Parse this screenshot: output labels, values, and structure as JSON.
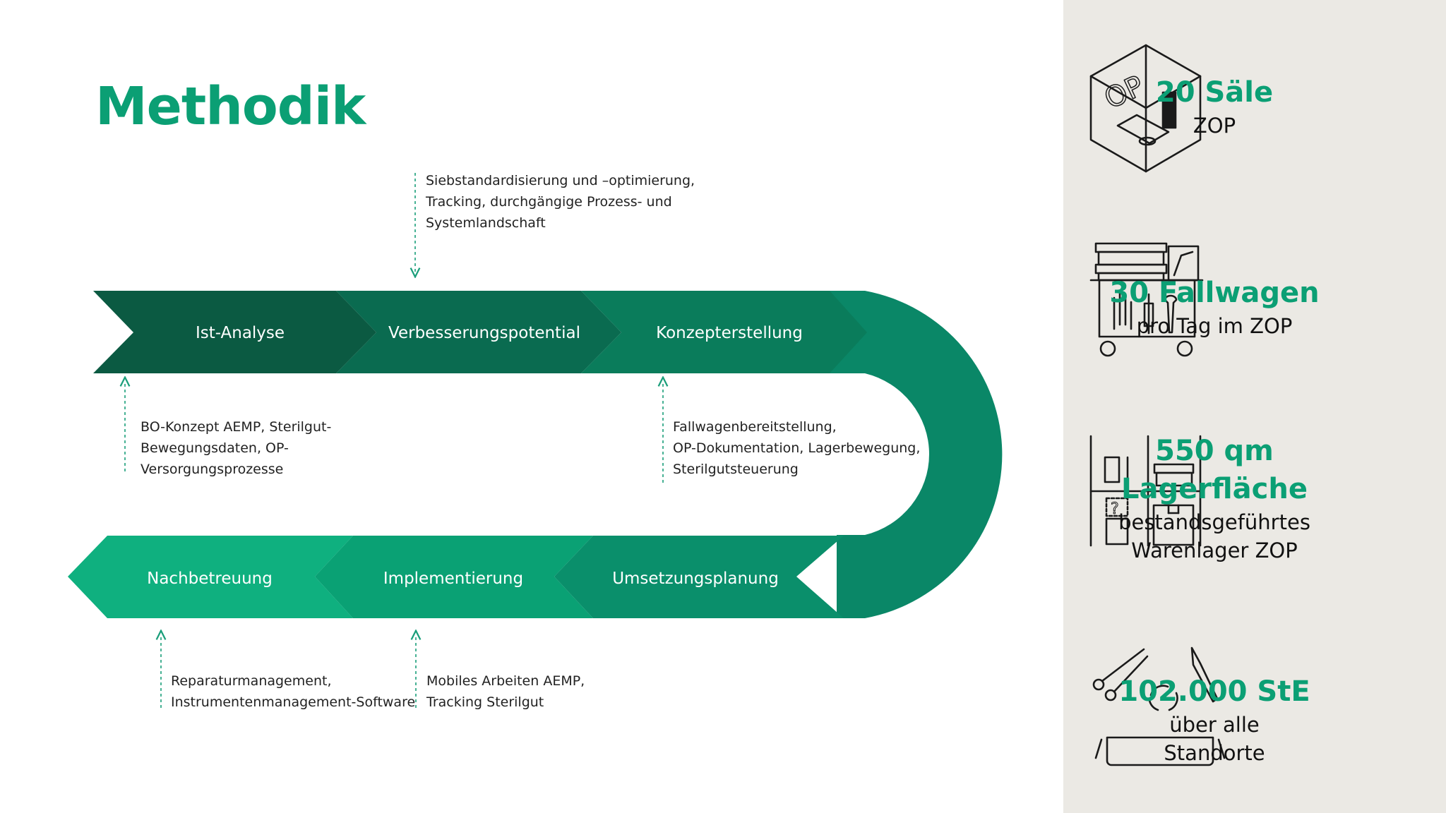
{
  "title": "Methodik",
  "colors": {
    "accent": "#0b9f74",
    "dark_green": "#0b5a42",
    "mid_green": "#0a7457",
    "green": "#0a8767",
    "light_green": "#0fb07f",
    "panel": "#ebe9e4"
  },
  "steps": [
    {
      "label": "Ist-Analyse",
      "color": "#0b5a42"
    },
    {
      "label": "Verbesserungspotential",
      "color": "#0a6b50"
    },
    {
      "label": "Konzepterstellung",
      "color": "#0a7c5b"
    },
    {
      "label": "Umsetzungsplanung",
      "color": "#0a8f6b"
    },
    {
      "label": "Implementierung",
      "color": "#0aa174"
    },
    {
      "label": "Nachbetreuung",
      "color": "#0fb07f"
    }
  ],
  "notes": {
    "verbesserung": "Siebstandardisierung und –optimierung,\nTracking, durchgängige Prozess- und\nSystemlandschaft",
    "ist": "BO-Konzept AEMP, Sterilgut-\nBewegungsdaten, OP-\nVersorgungsprozesse",
    "konzept": "Fallwagenbereitstellung,\nOP-Dokumentation, Lagerbewegung,\nSterilgutsteuerung",
    "nachbetreuung": "Reparaturmanagement,\nInstrumentenmanagement-Software",
    "implementierung": "Mobiles Arbeiten AEMP,\nTracking Sterilgut"
  },
  "stats": [
    {
      "big": "20 Säle",
      "small": "ZOP",
      "icon": "op-room-icon"
    },
    {
      "big": "30 Fallwagen",
      "small": "pro Tag im ZOP",
      "icon": "case-cart-icon"
    },
    {
      "big": "550 qm\nLagerfläche",
      "small": "bestandsgeführtes\nWarenlager ZOP",
      "icon": "storage-shelf-icon"
    },
    {
      "big": "102.000 StE",
      "small": "über alle\nStandorte",
      "icon": "instrument-recycle-icon"
    }
  ],
  "icon_texts": {
    "op": "OP",
    "question": "?"
  }
}
